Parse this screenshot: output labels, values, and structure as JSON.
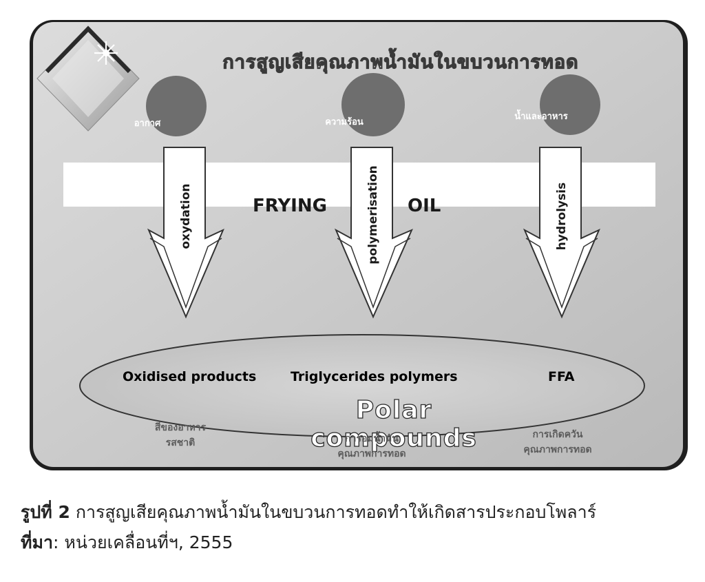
{
  "diagram": {
    "title": "การสูญเสียคุณภาพน้ำมันในขบวนการทอด",
    "causes": [
      {
        "label": "อากาศ"
      },
      {
        "label": "ความร้อน"
      },
      {
        "label": "น้ำและอาหาร"
      }
    ],
    "band": {
      "left": "FRYING",
      "right": "OIL"
    },
    "reactions": [
      "oxydation",
      "polymerisation",
      "hydrolysis"
    ],
    "products": [
      "Oxidised products",
      "Triglycerides polymers",
      "FFA"
    ],
    "group_label": "Polar compounds",
    "effects": [
      {
        "line1": "สีของอาหาร",
        "line2": "รสชาติ"
      },
      {
        "line1": "การอมน้ำมัน",
        "line2": "คุณภาพการทอด"
      },
      {
        "line1": "การเกิดควัน",
        "line2": "คุณภาพการทอด"
      }
    ],
    "colors": {
      "background": "#c6c6c6",
      "circle": "#6e6e6e",
      "band": "#ffffff",
      "border": "#1f1f1f"
    }
  },
  "caption": {
    "figure_prefix": "รูปที่ 2",
    "figure_text": " การสูญเสียคุณภาพน้ำมันในขบวนการทอดทำให้เกิดสารประกอบโพลาร์",
    "source_prefix": "ที่มา",
    "source_text": ": หน่วยเคลื่อนที่ฯ, 2555"
  }
}
